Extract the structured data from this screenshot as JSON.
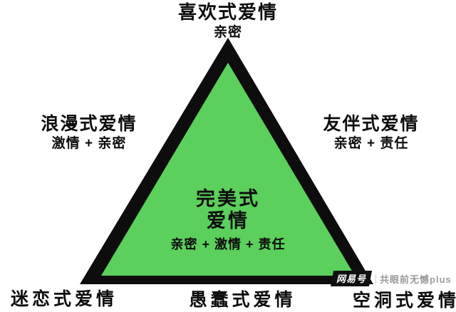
{
  "diagram": {
    "colors": {
      "triangle_fill": "#5bd05c",
      "triangle_border": "#0d0d0d",
      "background": "#ffffff"
    },
    "top": {
      "name": "喜欢式爱情",
      "components": "亲密"
    },
    "left": {
      "name": "浪漫式爱情",
      "components": "激情 + 亲密"
    },
    "right": {
      "name": "友伴式爱情",
      "components": "亲密 + 责任"
    },
    "center": {
      "name_line1": "完美式",
      "name_line2": "爱情",
      "components": "亲密 + 激情 + 责任"
    },
    "bottom_left": {
      "name": "迷恋式爱情"
    },
    "bottom_center": {
      "name": "愚蠢式爱情"
    },
    "bottom_right": {
      "name": "空洞式爱情"
    }
  },
  "watermark": {
    "badge": "网易号",
    "account": "共眼前无憾plus"
  }
}
